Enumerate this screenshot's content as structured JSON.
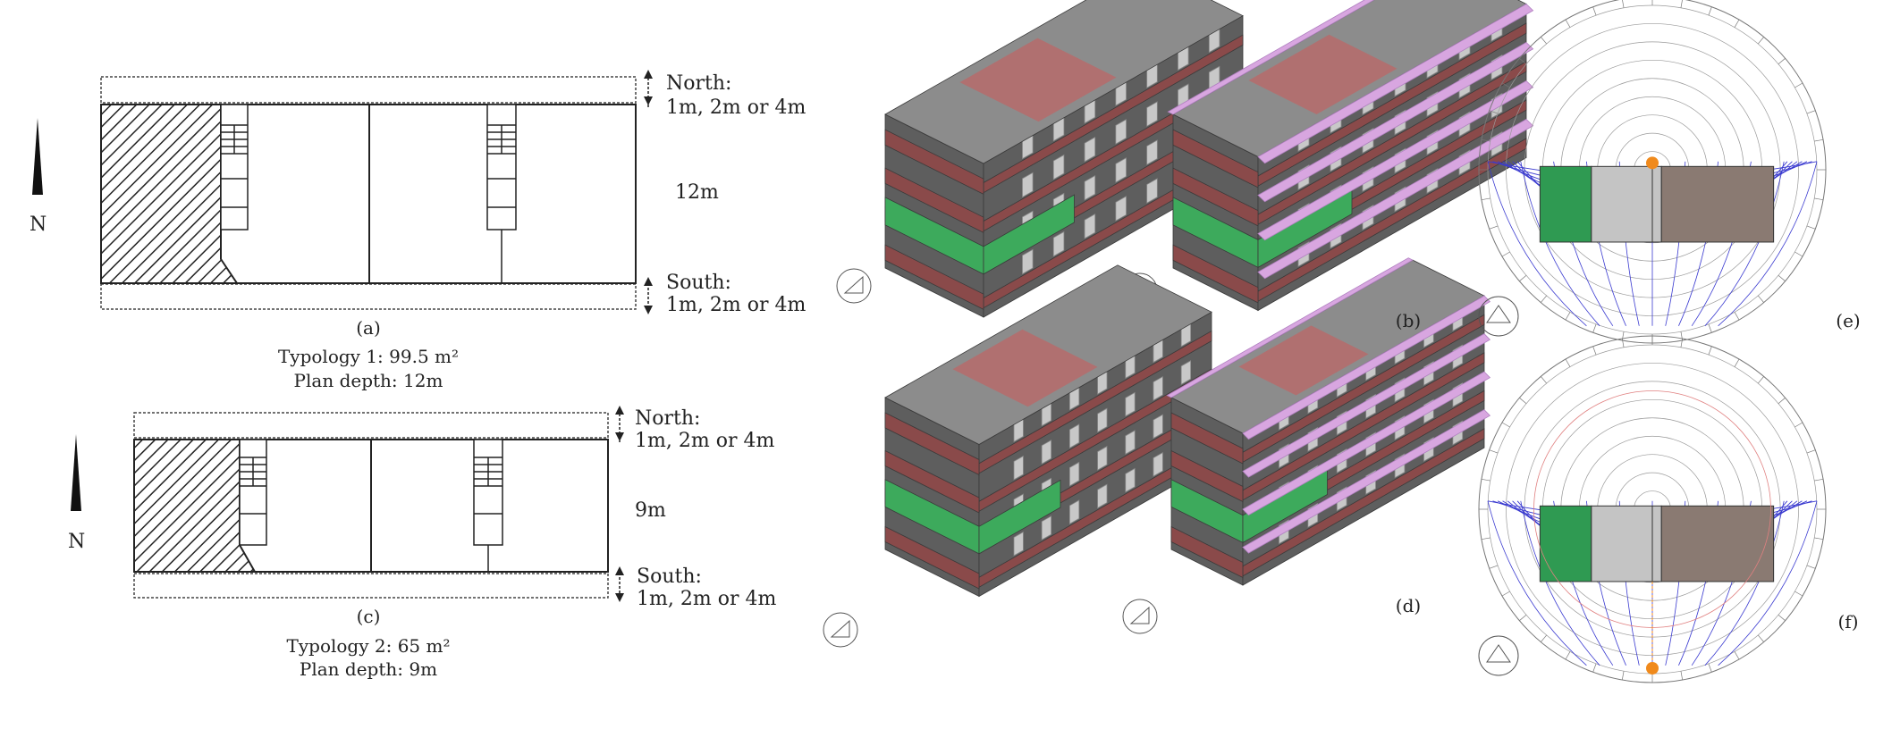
{
  "plans": [
    {
      "id": "a",
      "north_arrow": "N",
      "north_label": "North:",
      "north_values": "1m, 2m or 4m",
      "depth_label": "12m",
      "south_label": "South:",
      "south_values": "1m, 2m or 4m",
      "caption": "(a)",
      "typology": "Typology 1: 99.5 m²",
      "plan_depth": "Plan depth: 12m"
    },
    {
      "id": "c",
      "north_arrow": "N",
      "north_label": "North:",
      "north_values": "1m, 2m or 4m",
      "depth_label": "9m",
      "south_label": "South:",
      "south_values": "1m, 2m or 4m",
      "caption": "(c)",
      "typology": "Typology 2: 65 m²",
      "plan_depth": "Plan depth: 9m"
    }
  ],
  "models": [
    {
      "caption": "(b)"
    },
    {
      "caption": "(d)"
    }
  ],
  "sun_paths": [
    {
      "caption": "(e)"
    },
    {
      "caption": "(f)"
    }
  ],
  "colors": {
    "roof_grey": "#8c8c8c",
    "wall_dark": "#5e5e5e",
    "brick_red": "#8a4a4a",
    "roof_red": "#b07070",
    "green_floor": "#3daa5c",
    "balcony_pink": "#d8a6e0",
    "sun_orange": "#f08a1c",
    "sunpath_blue": "#3a3ad0",
    "plan_green": "#2f9a52",
    "plan_light": "#c4c4c4",
    "plan_brown": "#8a7a72",
    "watermark": "#f28a10"
  }
}
